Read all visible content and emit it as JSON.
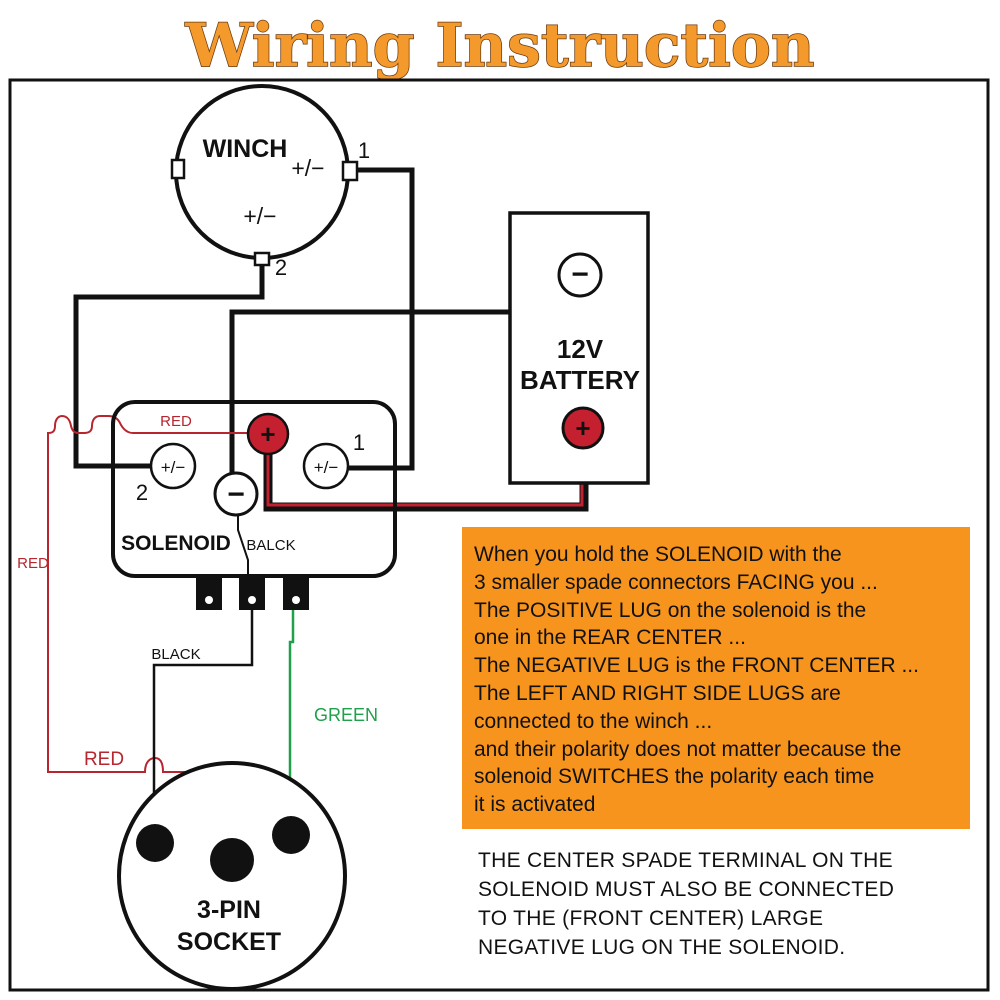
{
  "title": "Wiring Instruction",
  "winch": {
    "label": "WINCH",
    "terminal_1_polarity": "+/−",
    "terminal_2_polarity": "+/−",
    "terminal_1_number": "1",
    "terminal_2_number": "2"
  },
  "battery": {
    "label_line1": "12V",
    "label_line2": "BATTERY",
    "negative_symbol": "−",
    "positive_symbol": "+"
  },
  "solenoid": {
    "label": "SOLENOID",
    "left_lug": "+/−",
    "right_lug": "+/−",
    "left_number": "2",
    "right_number": "1",
    "positive_symbol": "+",
    "negative_symbol": "−",
    "wire_label_balck": "BALCK"
  },
  "wire_labels": {
    "red_top": "RED",
    "red_left": "RED",
    "red_bottom": "RED",
    "black": "BLACK",
    "green": "GREEN"
  },
  "socket": {
    "label_line1": "3-PIN",
    "label_line2": "SOCKET"
  },
  "note_box": {
    "lines": [
      "When you hold the SOLENOID with the",
      "3 smaller spade connectors FACING you ...",
      "The POSITIVE LUG on the solenoid is the",
      "one in the REAR CENTER ...",
      "The NEGATIVE LUG is the FRONT CENTER ...",
      "The LEFT AND RIGHT SIDE LUGS are",
      "connected to the winch ...",
      "and their polarity does not matter because the",
      "solenoid SWITCHES the polarity each time",
      "it is activated"
    ]
  },
  "bottom_note": {
    "lines": [
      "THE CENTER SPADE TERMINAL ON THE",
      "SOLENOID MUST ALSO BE CONNECTED",
      "TO THE (FRONT CENTER) LARGE",
      "NEGATIVE LUG ON THE SOLENOID."
    ]
  },
  "colors": {
    "title_fill": "#f49a2c",
    "note_box": "#f7941d",
    "red_wire": "#b5262e",
    "green_wire": "#1fa04a",
    "black_wire": "#111111",
    "positive_terminal": "#c4202f"
  }
}
